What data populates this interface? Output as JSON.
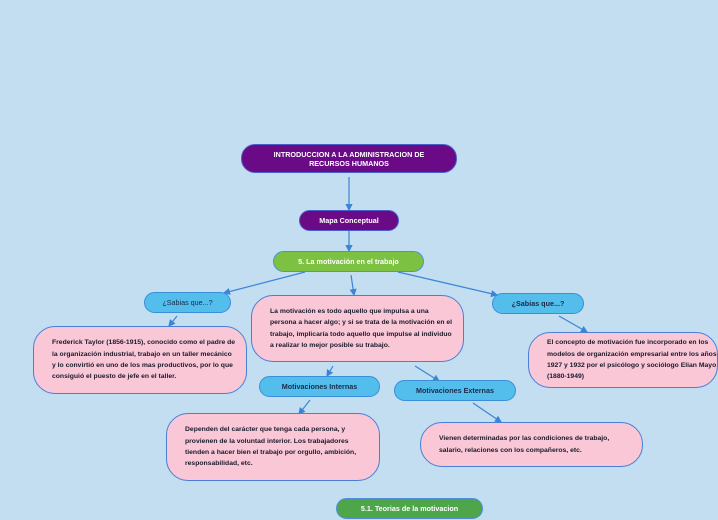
{
  "nodes": {
    "root": "INTRODUCCION A LA ADMINISTRACION DE RECURSOS HUMANOS",
    "mapa": "Mapa Conceptual",
    "motivacion_trabajo": "5. La motivación en el trabajo",
    "sabias1": "¿Sabias que...?",
    "sabias2": "¿Sabias que...?",
    "taylor": "Frederick Taylor (1856-1915), conocido como el padre de la organización industrial, trabajo en un taller mecánico y lo convirtió en uno de los mas productivos, por lo que consiguió el puesto de jefe en el taller.",
    "definicion": "La motivación es todo aquello que impulsa a una persona a hacer algo; y si se trata de la motivación en el trabajo, implicaría todo aquello que impulse al individuo a realizar lo mejor posible su trabajo.",
    "mayo": "El concepto de motivación fue incorporado en los modelos de organización empresarial entre los años 1927 y 1932 por el psicólogo y sociólogo Elian Mayo (1880-1949)",
    "internas": "Motivaciones Internas",
    "externas": "Motivaciones Externas",
    "internas_desc": "Dependen del carácter que tenga cada persona, y provienen de la voluntad interior. Los trabajadores tienden a hacer bien el trabajo por orgullo, ambición, responsabilidad, etc.",
    "externas_desc": "Vienen determinadas por las condiciones de trabajo, salario, relaciones con los compañeros, etc.",
    "teorias": "5.1. Teorias de la motivacion"
  },
  "colors": {
    "background": "#c3ddf1",
    "purple": "#6a0a86",
    "green": "#7cc142",
    "green_dark": "#4ea54a",
    "blue": "#53bdec",
    "pink": "#f9c7d6",
    "connector": "#3a86d6"
  }
}
